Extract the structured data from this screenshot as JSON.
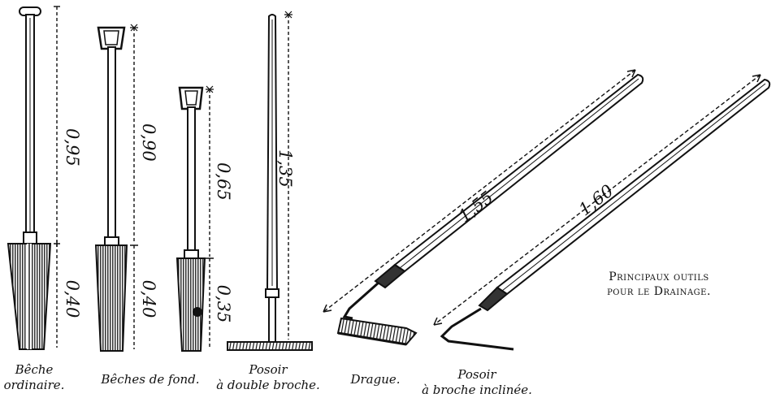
{
  "title": {
    "line1": "Principaux outils",
    "line2": "pour le Drainage."
  },
  "captions": {
    "beche_ordinaire": [
      "Bêche",
      "ordinaire."
    ],
    "beches_de_fond": [
      "Bêches de fond."
    ],
    "posoir_double_broche": [
      "Posoir",
      "à double broche."
    ],
    "drague": [
      "Drague."
    ],
    "posoir_broche_inclinee": [
      "Posoir",
      "à broche inclinée."
    ]
  },
  "dimensions": {
    "beche_ordinaire_handle": "0,95",
    "beche_ordinaire_blade": "0,40",
    "beche_fond_1_handle": "0,90",
    "beche_fond_1_blade": "0,40",
    "beche_fond_2_handle": "0,65",
    "beche_fond_2_blade": "0,35",
    "posoir_double_broche": "1,35",
    "drague": "1,55",
    "posoir_broche_inclinee": "1,60"
  },
  "colors": {
    "ink": "#111111",
    "paper": "#ffffff"
  }
}
